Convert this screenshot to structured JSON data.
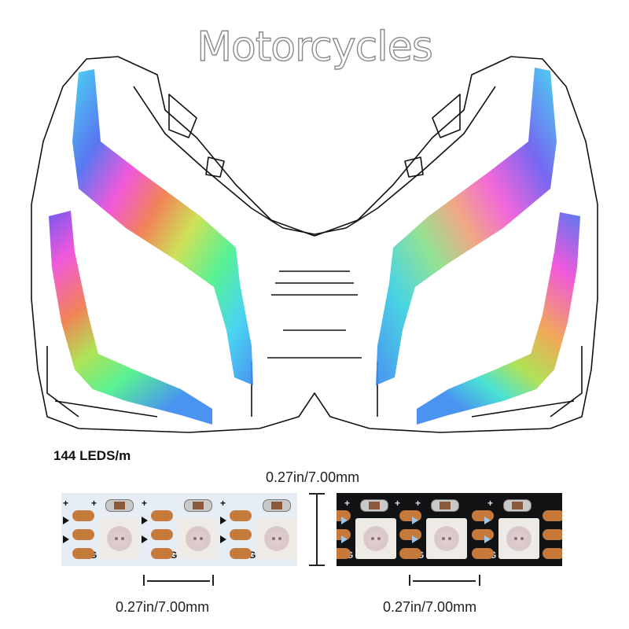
{
  "title": "Motorcycles",
  "illustration": {
    "subject": "motorcycle front fairing with RGB LED light strips",
    "led_gradient_colors": [
      "#3ad0f0",
      "#4a7cf0",
      "#f04ad8",
      "#f07a4a",
      "#c8e04a",
      "#4af08a",
      "#3ad0f0",
      "#3a9af0"
    ]
  },
  "specs": {
    "density_label": "144 LEDS/m",
    "strip_width_label": "0.27in/7.00mm",
    "white_strip_pitch_label": "0.27in/7.00mm",
    "black_strip_pitch_label": "0.27in/7.00mm"
  },
  "strips": [
    {
      "name": "white-pcb",
      "pcb_color": "#e6edf4",
      "led_count": 3,
      "markings": [
        "+",
        "G"
      ]
    },
    {
      "name": "black-pcb",
      "pcb_color": "#111214",
      "led_count": 3,
      "markings": [
        "+",
        "G"
      ]
    }
  ],
  "colors": {
    "pad": "#c57a3c",
    "title_outline": "#8a8a8a"
  }
}
